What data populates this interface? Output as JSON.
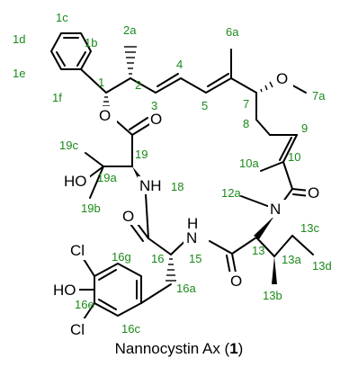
{
  "colors": {
    "bond": "#000000",
    "atom_label": "#000000",
    "locant": "#1a8a1a",
    "background": "#ffffff"
  },
  "caption": {
    "name": "Nannocystin Ax (",
    "compound_number": "1",
    "close": ")"
  },
  "atoms": {
    "O_ester": "O",
    "O_carbonyl_19": "O",
    "O_methoxy": "O",
    "O_carbonyl_10": "O",
    "O_carbonyl_16": "O",
    "O_carbonyl_13": "O",
    "HO_19a": "HO",
    "NH_18": "NH",
    "N_12": "N",
    "H_15": "H",
    "N_15": "N",
    "Cl_top": "Cl",
    "Cl_bottom": "Cl",
    "HO_16e": "HO"
  },
  "locants": {
    "1": "1",
    "1b": "1b",
    "1c": "1c",
    "1d": "1d",
    "1e": "1e",
    "1f": "1f",
    "2": "2",
    "2a": "2a",
    "3": "3",
    "4": "4",
    "5": "5",
    "6a": "6a",
    "7": "7",
    "7a": "7a",
    "8": "8",
    "9": "9",
    "10": "10",
    "10a": "10a",
    "12a": "12a",
    "13": "13",
    "13a": "13a",
    "13b": "13b",
    "13c": "13c",
    "13d": "13d",
    "15": "15",
    "16": "16",
    "16a": "16a",
    "16c": "16c",
    "16e": "16e",
    "16g": "16g",
    "18": "18",
    "19": "19",
    "19a": "19a",
    "19b": "19b",
    "19c": "19c"
  }
}
